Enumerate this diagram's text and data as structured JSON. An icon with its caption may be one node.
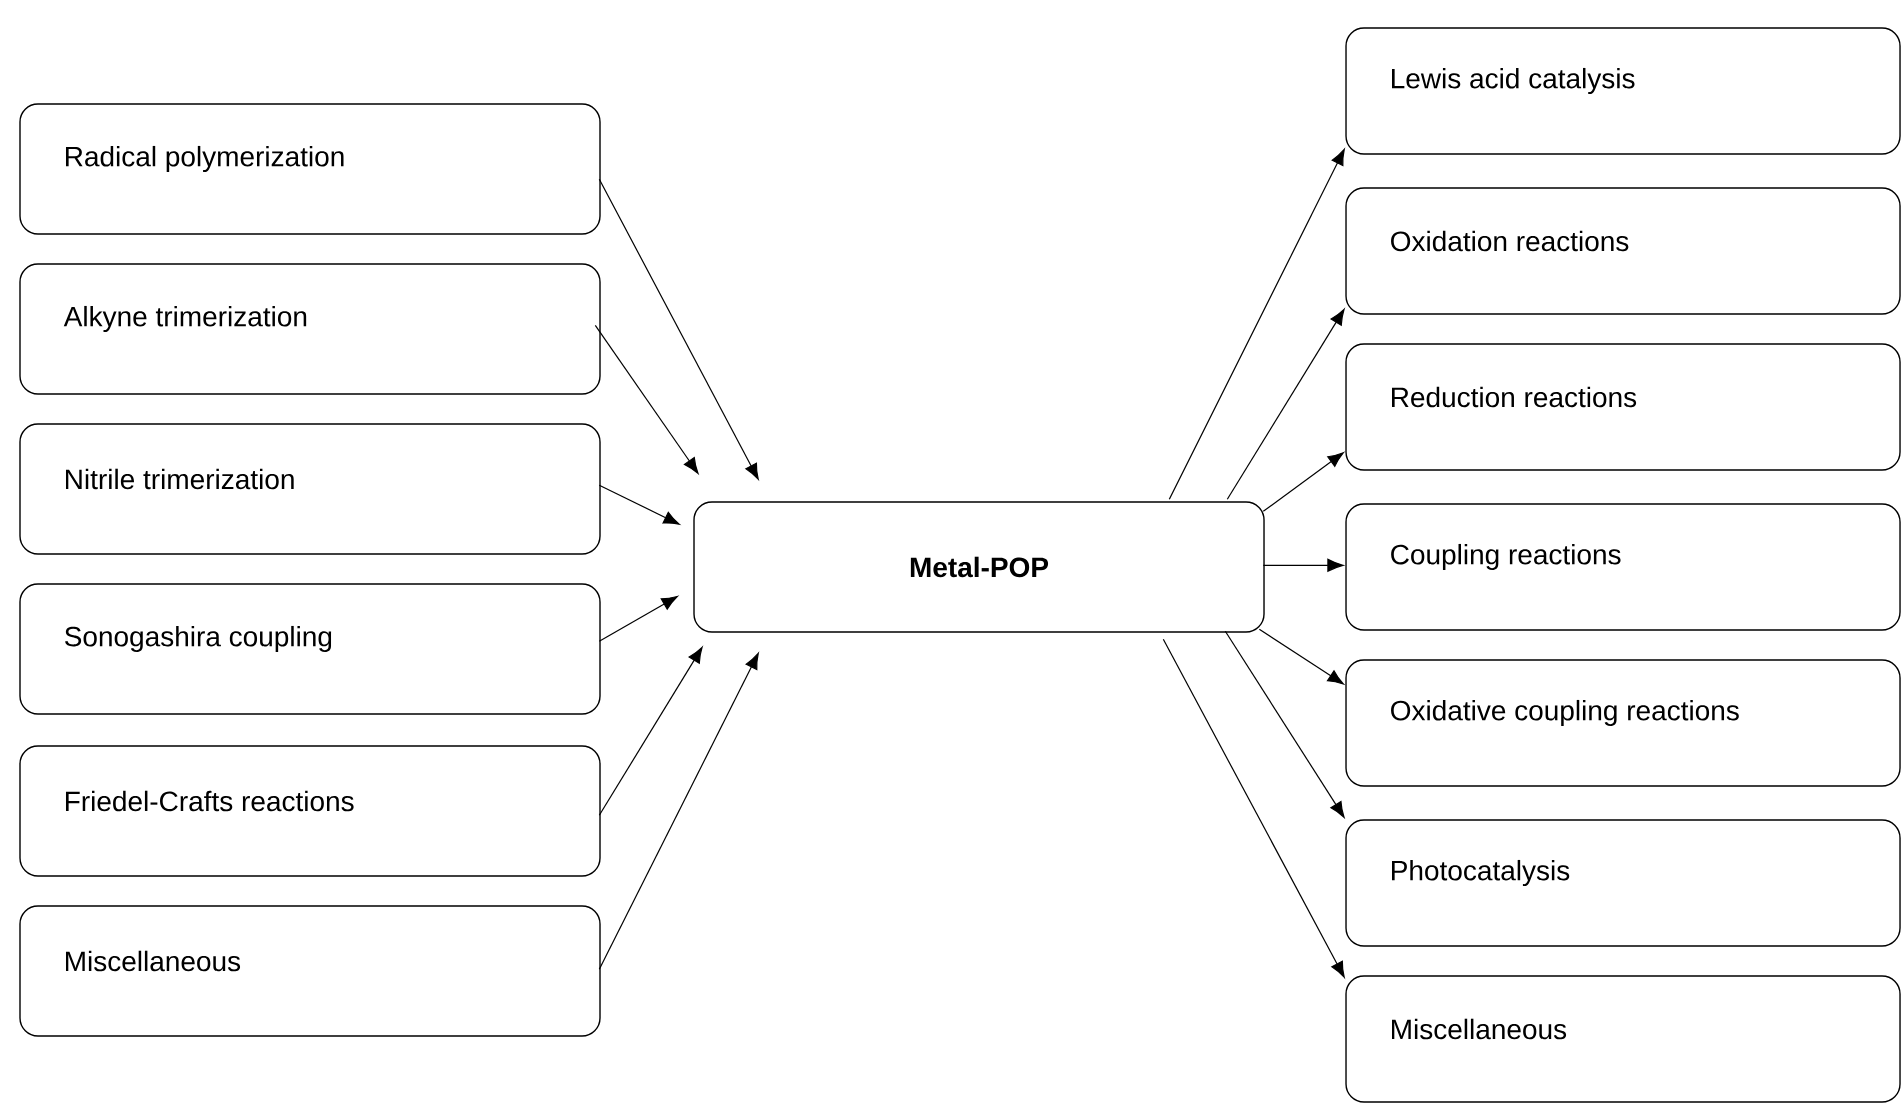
{
  "diagram": {
    "nodes": [
      {
        "text": [
          "Radical polymerization"
        ]
      },
      {
        "text": [
          "Alkyne trimerization"
        ]
      },
      {
        "text": [
          "Nitrile trimerization"
        ]
      },
      {
        "text": [
          "Sonogashira coupling"
        ]
      },
      {
        "text": [
          "Friedel-Crafts reactions"
        ]
      },
      {
        "text": [
          "Miscellaneous"
        ]
      },
      {
        "text": [
          "Metal-POP"
        ]
      },
      {
        "text": [
          "Lewis acid catalysis"
        ]
      },
      {
        "text": [
          "Oxidation reactions"
        ]
      },
      {
        "text": [
          "Reduction reactions"
        ]
      },
      {
        "text": [
          "Coupling reactions"
        ]
      },
      {
        "text": [
          "Oxidative coupling reactions"
        ]
      },
      {
        "text": [
          "Photocatalysis"
        ]
      },
      {
        "text": [
          "Miscellaneous"
        ]
      }
    ],
    "edges": [
      {
        "from": 0,
        "to": 6,
        "arrow": "to"
      },
      {
        "from": 1,
        "to": 6,
        "arrow": "to"
      },
      {
        "from": 2,
        "to": 6,
        "arrow": "to"
      },
      {
        "from": 3,
        "to": 6,
        "arrow": "to"
      },
      {
        "from": 4,
        "to": 6,
        "arrow": "to"
      },
      {
        "from": 5,
        "to": 6,
        "arrow": "to"
      },
      {
        "from": 6,
        "to": 7,
        "arrow": "to"
      },
      {
        "from": 6,
        "to": 8,
        "arrow": "to"
      },
      {
        "from": 6,
        "to": 9,
        "arrow": "to"
      },
      {
        "from": 6,
        "to": 10,
        "arrow": "to"
      },
      {
        "from": 6,
        "to": 11,
        "arrow": "to"
      },
      {
        "from": 6,
        "to": 12,
        "arrow": "to"
      },
      {
        "from": 6,
        "to": 13,
        "arrow": "to"
      }
    ]
  }
}
